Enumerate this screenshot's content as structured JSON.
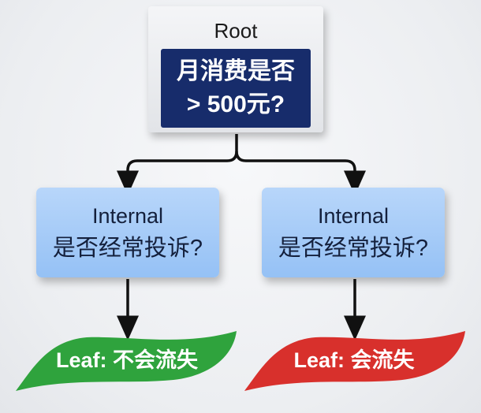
{
  "root": {
    "label": "Root",
    "question_line1": "月消费是否",
    "question_line2": "> 500元?"
  },
  "internal_left": {
    "label": "Internal",
    "question": "是否经常投诉?"
  },
  "internal_right": {
    "label": "Internal",
    "question": "是否经常投诉?"
  },
  "leaf_left": {
    "text": "Leaf: 不会流失",
    "color": "#2fa33d"
  },
  "leaf_right": {
    "text": "Leaf: 会流失",
    "color": "#d8302c"
  },
  "colors": {
    "root_question_bg": "#172c6b",
    "internal_bg": "#a6cbf7",
    "edge": "#111111"
  }
}
